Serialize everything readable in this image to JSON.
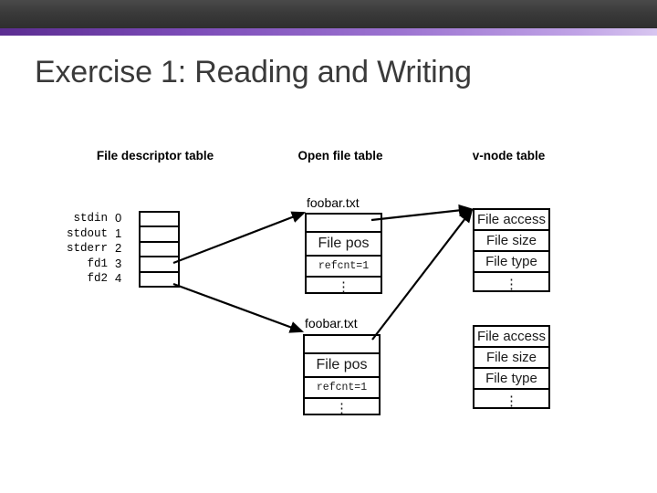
{
  "slide": {
    "title": "Exercise 1: Reading and Writing",
    "banner_color": "#333333",
    "accent_color_start": "#5b2d91",
    "accent_color_end": "#d8c6f0",
    "background_color": "#ffffff"
  },
  "headers": {
    "fd_table": "File descriptor table",
    "open_file_table": "Open file table",
    "vnode_table": "v-node table"
  },
  "fd_table": {
    "rows": [
      {
        "label": "stdin",
        "index": "0"
      },
      {
        "label": "stdout",
        "index": "1"
      },
      {
        "label": "stderr",
        "index": "2"
      },
      {
        "label": "fd1",
        "index": "3"
      },
      {
        "label": "fd2",
        "index": "4"
      }
    ]
  },
  "open_files": [
    {
      "caption": "foobar.txt",
      "empty_row": "",
      "file_pos": "File pos",
      "refcnt": "refcnt=1",
      "ellipsis": "⋮"
    },
    {
      "caption": "foobar.txt",
      "empty_row": "",
      "file_pos": "File pos",
      "refcnt": "refcnt=1",
      "ellipsis": "⋮"
    }
  ],
  "vnodes": [
    {
      "file_access": "File access",
      "file_size": "File size",
      "file_type": "File type",
      "ellipsis": "⋮"
    },
    {
      "file_access": "File access",
      "file_size": "File size",
      "file_type": "File type",
      "ellipsis": "⋮"
    }
  ],
  "connectors": [
    {
      "name": "fd1-to-openfile-1",
      "from": "fd-table row 3",
      "to": "open file table entry 1"
    },
    {
      "name": "fd2-to-openfile-2",
      "from": "fd-table row 4",
      "to": "open file table entry 2"
    },
    {
      "name": "openfile-1-to-vnode-1",
      "from": "open file table entry 1",
      "to": "v-node table 1"
    },
    {
      "name": "openfile-2-to-vnode-1",
      "from": "open file table entry 2",
      "to": "v-node table 1"
    }
  ]
}
